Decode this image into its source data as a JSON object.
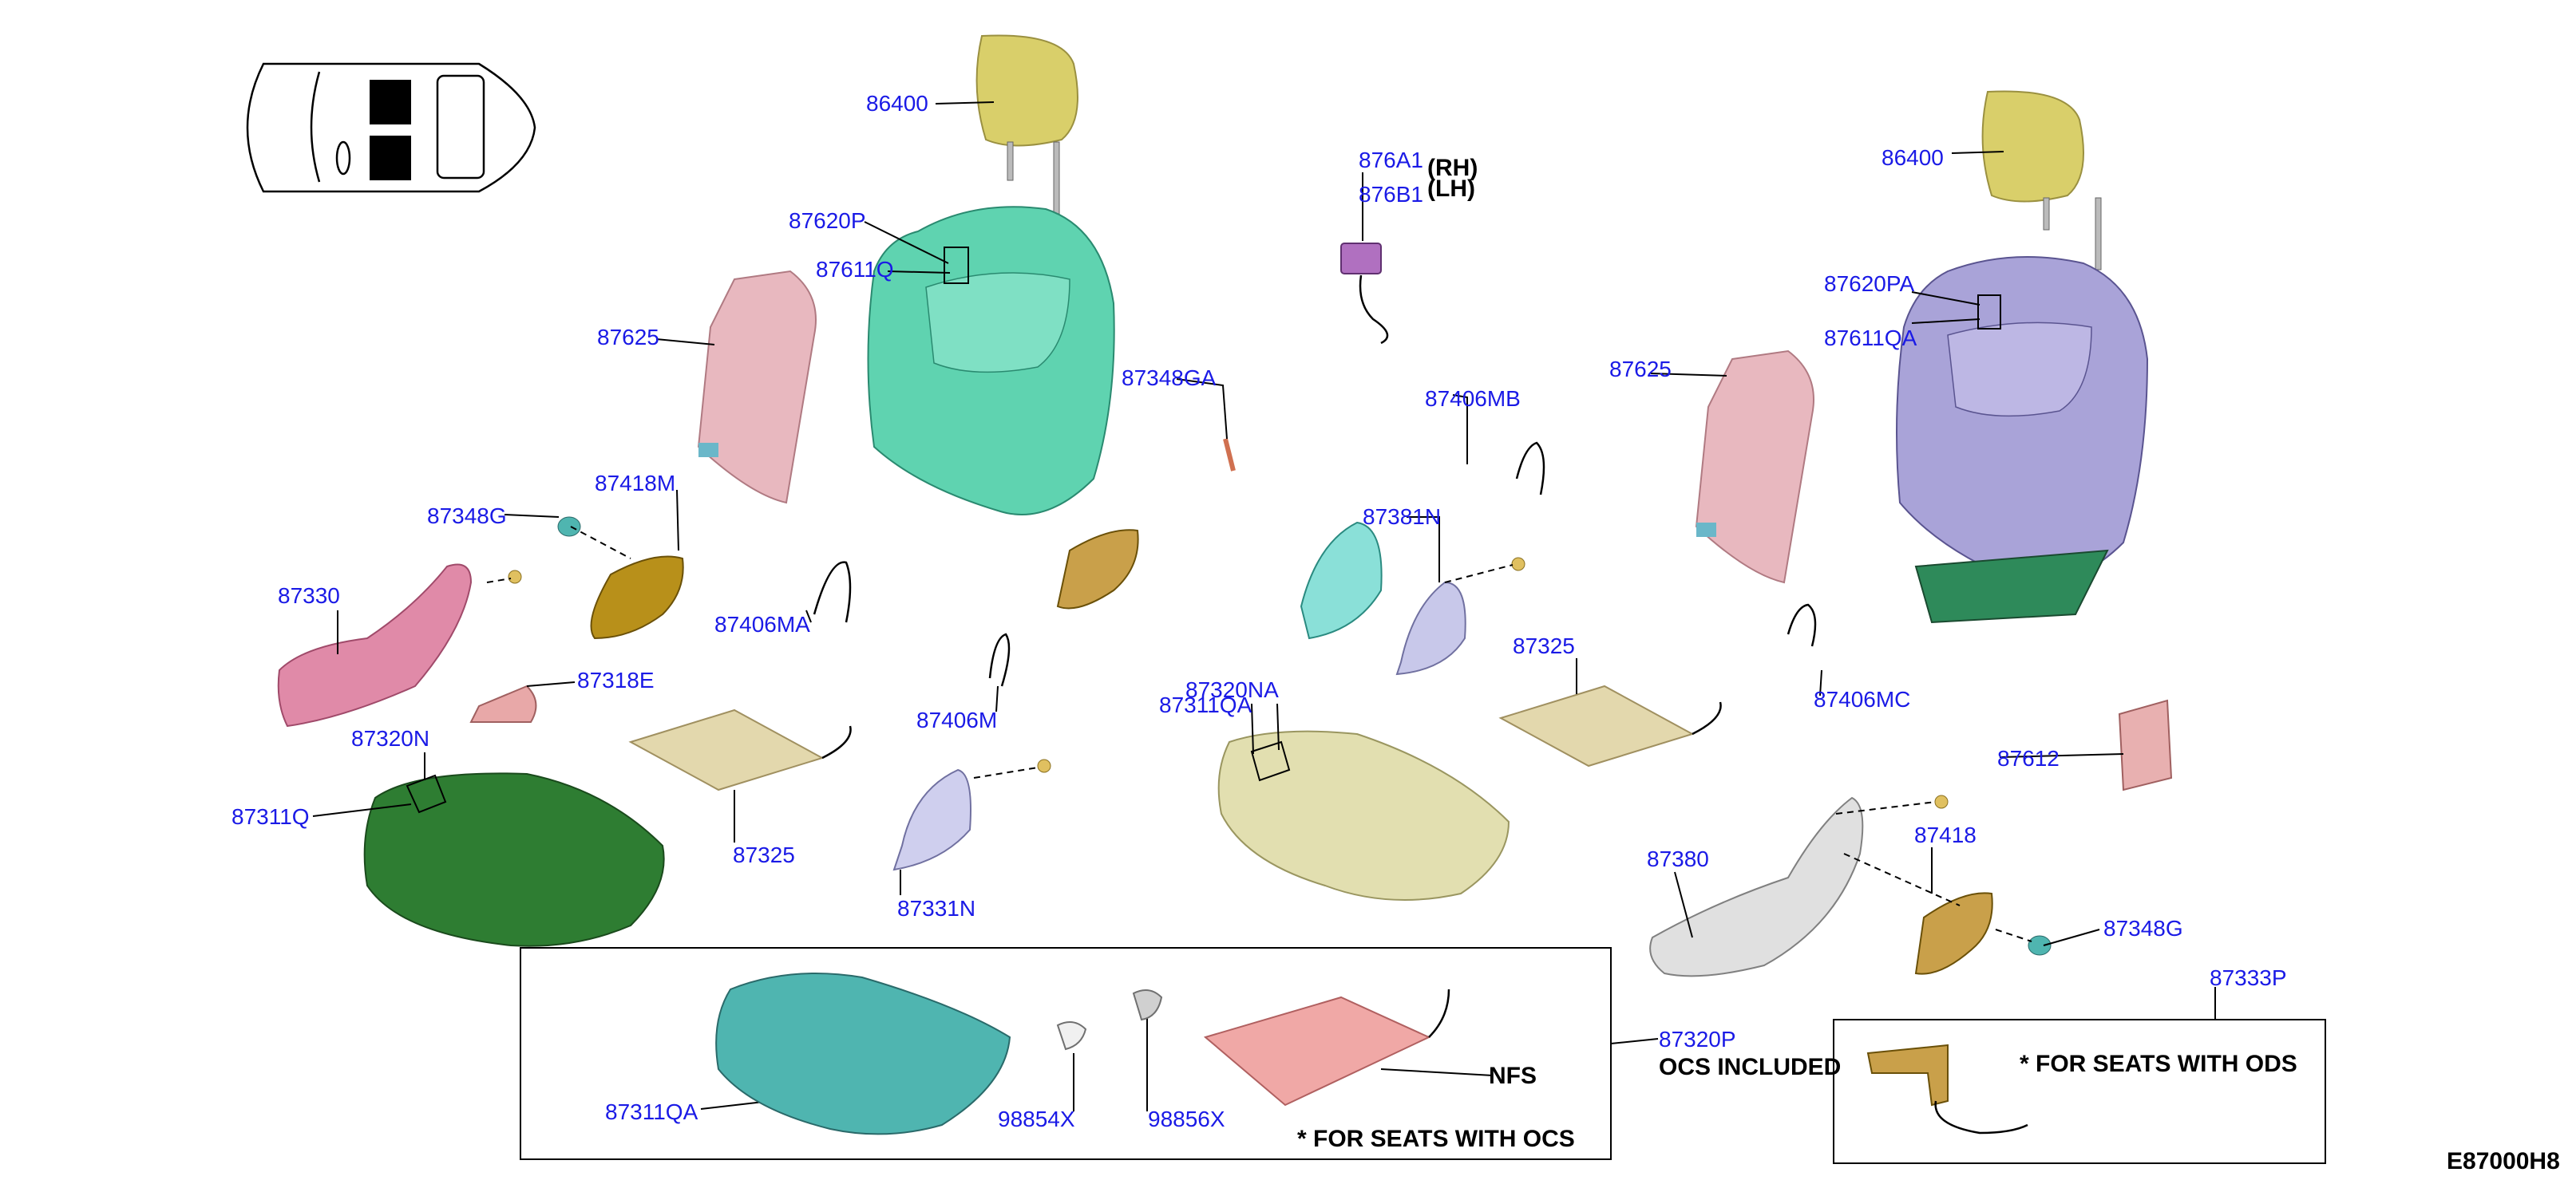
{
  "diagram_id": "E87000H8",
  "colors": {
    "label": "#1a1ae6",
    "headrest": "#d9cf6a",
    "seatback_front": "#5fd3b0",
    "seatback_rear": "#a9a3d8",
    "pad_pink": "#e8b8bf",
    "cushion_green": "#2e7d32",
    "cushion_cream": "#e2dfb0",
    "cushion_teal": "#4fb5b0",
    "mat_tan": "#e3d8ad",
    "mat_pink": "#f0a8a6",
    "finisher_pink": "#e08aa8",
    "finisher_grey": "#d8d8d8",
    "cover_gold": "#b8901a",
    "cover_lavender": "#c8c8ea"
  },
  "labels": {
    "l86400a": "86400",
    "l86400b": "86400",
    "l87620P": "87620P",
    "l87611Q": "87611Q",
    "l87625a": "87625",
    "l87625b": "87625",
    "l876A1": "876A1",
    "l876B1": "876B1",
    "rh": "(RH)",
    "lh": "(LH)",
    "l87620PA": "87620PA",
    "l87611QA": "87611QA",
    "l87348GA": "87348GA",
    "l87406MB": "87406MB",
    "l87418M": "87418M",
    "l87348Ga": "87348G",
    "l87348Gb": "87348G",
    "l87330": "87330",
    "l87406MA": "87406MA",
    "l87381N": "87381N",
    "l87318E": "87318E",
    "l87325a": "87325",
    "l87325b": "87325",
    "l87320N": "87320N",
    "l87320NA": "87320NA",
    "l87311QA_top": "87311QA",
    "l87406M": "87406M",
    "l87406MC": "87406MC",
    "l87311Q": "87311Q",
    "l87612": "87612",
    "l87331N": "87331N",
    "l87380": "87380",
    "l87418": "87418",
    "l87320P": "87320P",
    "l87333P": "87333P",
    "l87311QA_box": "87311QA",
    "l98854X": "98854X",
    "l98856X": "98856X"
  },
  "notes": {
    "ocs_included": "OCS INCLUDED",
    "nfs": "NFS",
    "for_seats_ocs": "* FOR SEATS WITH OCS",
    "for_seats_ods": "* FOR SEATS WITH ODS"
  }
}
